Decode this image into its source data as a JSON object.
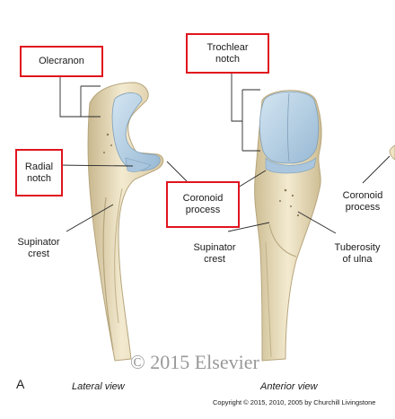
{
  "labels": {
    "olecranon": "Olecranon",
    "radial_notch": [
      "Radial",
      "notch"
    ],
    "coronoid_process_boxed": [
      "Coronoid",
      "process"
    ],
    "trochlear_notch": [
      "Trochlear",
      "notch"
    ],
    "supinator_crest_lateral": [
      "Supinator",
      "crest"
    ],
    "supinator_crest_anterior": [
      "Supinator",
      "crest"
    ],
    "tuberosity_of_ulna": [
      "Tuberosity",
      "of ulna"
    ],
    "coronoid_process_right": [
      "Coronoid",
      "process"
    ]
  },
  "views": {
    "lateral": "Lateral view",
    "anterior": "Anterior view"
  },
  "panel_letter": "A",
  "watermark": "© 2015 Elsevier",
  "copyright": "Copyright © 2015, 2010, 2005 by Churchill Livingstone",
  "colors": {
    "box_border": "#e0141e",
    "bone": "#efe3c4",
    "bone_shadow": "#c9b88e",
    "cartilage": "#b9d3e6"
  }
}
